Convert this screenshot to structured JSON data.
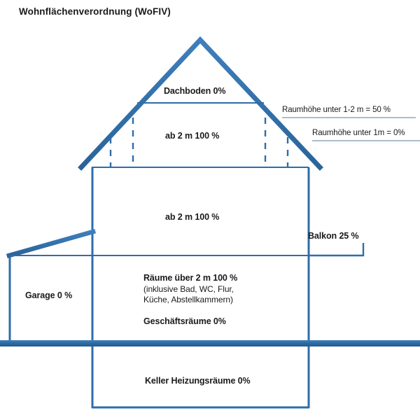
{
  "title": "Wohnflächenverordnung (WoFIV)",
  "colors": {
    "stroke_dark": "#2E6DA8",
    "stroke_thin": "#2E6DA8",
    "ground_band": "#2D6CA6",
    "text": "#1a1a1a",
    "background": "#ffffff"
  },
  "labels": {
    "attic_top": "Dachboden 0%",
    "attic_main": "ab 2 m 100 %",
    "upper_floor": "ab 2 m 100 %",
    "ceiling_1_2m": "Raumhöhe unter 1-2 m = 50 %",
    "ceiling_under_1m": "Raumhöhe unter 1m = 0%",
    "balcony": "Balkon 25 %",
    "garage": "Garage 0 %",
    "rooms_main": "Räume über 2 m 100 %",
    "rooms_sub_line1": "(inklusive Bad, WC, Flur,",
    "rooms_sub_line2": "Küche, Abstellkammern)",
    "business_rooms": "Geschäftsräume 0%",
    "basement": "Keller Heizungsräume 0%"
  },
  "chart_data": {
    "type": "diagram",
    "title": "Wohnflächenverordnung (WoFIV)",
    "description": "Cross-section of a house showing living-space percentage factors by zone",
    "zones": [
      {
        "name": "Dachboden",
        "percent": 0,
        "label": "Dachboden 0%"
      },
      {
        "name": "Dachgeschoss ab 2 m",
        "percent": 100,
        "label": "ab 2 m 100 %"
      },
      {
        "name": "Raumhöhe unter 1-2 m",
        "percent": 50,
        "label": "Raumhöhe unter 1-2 m = 50 %"
      },
      {
        "name": "Raumhöhe unter 1 m",
        "percent": 0,
        "label": "Raumhöhe unter 1m = 0%"
      },
      {
        "name": "Obergeschoss ab 2 m",
        "percent": 100,
        "label": "ab 2 m 100 %"
      },
      {
        "name": "Balkon",
        "percent": 25,
        "label": "Balkon 25 %"
      },
      {
        "name": "Garage",
        "percent": 0,
        "label": "Garage 0 %"
      },
      {
        "name": "Räume über 2 m",
        "percent": 100,
        "label": "Räume über 2 m 100 %"
      },
      {
        "name": "Geschäftsräume",
        "percent": 0,
        "label": "Geschäftsräume 0%"
      },
      {
        "name": "Keller Heizungsräume",
        "percent": 0,
        "label": "Keller Heizungsräume 0%"
      }
    ]
  }
}
